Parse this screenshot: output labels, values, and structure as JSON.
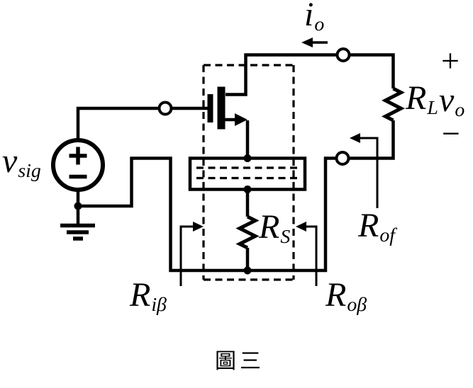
{
  "caption": "圖三",
  "colors": {
    "ink": "#000000",
    "background": "#ffffff"
  },
  "labels": {
    "v_sig": {
      "main": "v",
      "sub": "sig"
    },
    "i_o": {
      "main": "i",
      "sub": "o"
    },
    "r_l": {
      "main": "R",
      "sub": "L"
    },
    "v_o": {
      "main": "v",
      "sub": "o"
    },
    "plus": "+",
    "minus": "−",
    "r_s": {
      "main": "R",
      "sub": "S"
    },
    "r_i_beta": {
      "main": "R",
      "sub": "iβ"
    },
    "r_o_beta": {
      "main": "R",
      "sub": "oβ"
    },
    "r_of": {
      "main": "R",
      "sub": "of"
    }
  }
}
